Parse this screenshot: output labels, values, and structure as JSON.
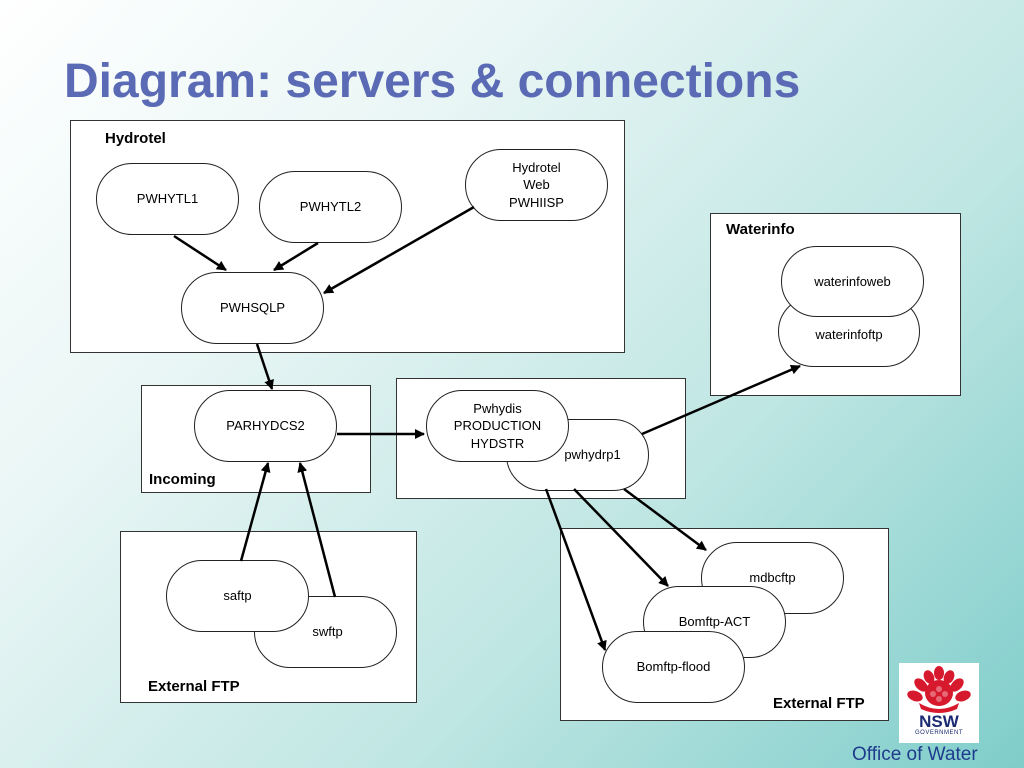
{
  "title": "Diagram: servers & connections",
  "groups": {
    "hydrotel": "Hydrotel",
    "waterinfo": "Waterinfo",
    "incoming": "Incoming",
    "external_ftp_left": "External FTP",
    "external_ftp_right": "External FTP"
  },
  "nodes": {
    "pwhytl1": "PWHYTL1",
    "pwhytl2": "PWHYTL2",
    "hydrotel_web": "Hydrotel\nWeb\nPWHIISP",
    "pwhsqlp": "PWHSQLP",
    "waterinfoweb": "waterinfoweb",
    "waterinfoftp": "waterinfoftp",
    "parhydcs2": "PARHYDCS2",
    "pwhydis": "Pwhydis\nPRODUCTION\nHYDSTR",
    "pwhydrp1": "pwhydrp1",
    "saftp": "saftp",
    "swftp": "swftp",
    "mdbcftp": "mdbcftp",
    "bomftp_act": "Bomftp-ACT",
    "bomftp_flood": "Bomftp-flood"
  },
  "edges": [
    {
      "from": "pwhytl1",
      "to": "pwhsqlp"
    },
    {
      "from": "pwhytl2",
      "to": "pwhsqlp"
    },
    {
      "from": "hydrotel_web",
      "to": "pwhsqlp"
    },
    {
      "from": "pwhsqlp",
      "to": "parhydcs2"
    },
    {
      "from": "parhydcs2",
      "to": "pwhydis"
    },
    {
      "from": "saftp",
      "to": "parhydcs2"
    },
    {
      "from": "swftp",
      "to": "parhydcs2"
    },
    {
      "from": "pwhydrp1",
      "to": "waterinfoftp"
    },
    {
      "from": "pwhydrp1",
      "to": "mdbcftp"
    },
    {
      "from": "pwhydrp1",
      "to": "bomftp_act"
    },
    {
      "from": "pwhydrp1",
      "to": "bomftp_flood"
    }
  ],
  "logo": {
    "wordmark": "NSW",
    "subtitle": "GOVERNMENT",
    "icon": "waratah-flower-icon",
    "brand_color": "#d7192d"
  },
  "footer": "Office of Water",
  "colors": {
    "title": "#5b6ab4",
    "footer": "#1f3b8c"
  }
}
